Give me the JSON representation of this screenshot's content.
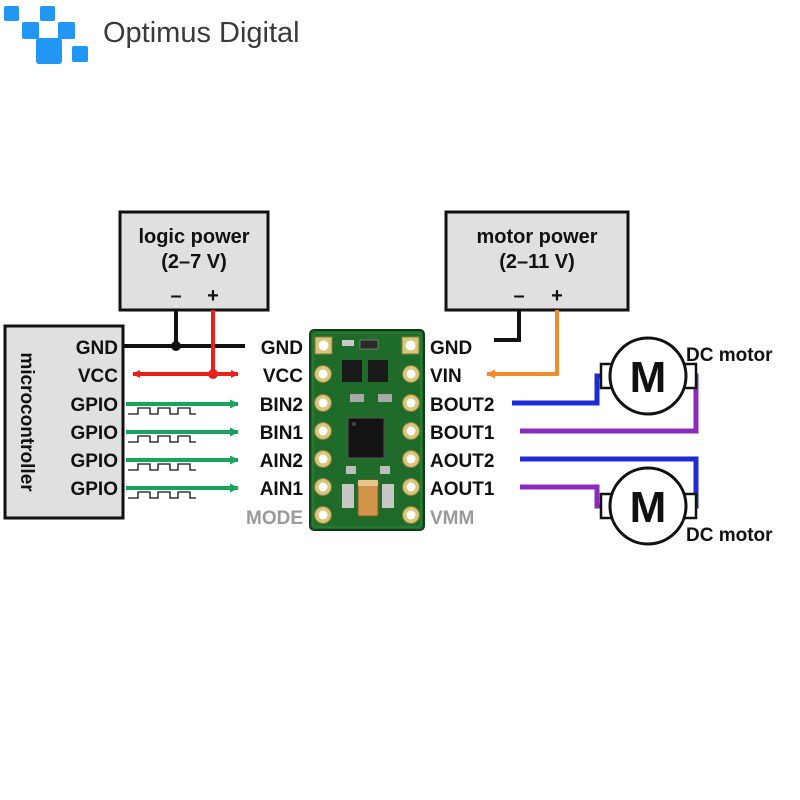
{
  "brand": {
    "name": "Optimus Digital",
    "logo_color": "#2196f3"
  },
  "logic_power": {
    "title": "logic power",
    "range": "(2–7 V)",
    "minus": "–",
    "plus": "+"
  },
  "motor_power": {
    "title": "motor power",
    "range": "(2–11 V)",
    "minus": "–",
    "plus": "+"
  },
  "microcontroller": {
    "title": "microcontroller",
    "pins": [
      "GND",
      "VCC",
      "GPIO",
      "GPIO",
      "GPIO",
      "GPIO"
    ]
  },
  "driver": {
    "left_pins": [
      "GND",
      "VCC",
      "BIN2",
      "BIN1",
      "AIN2",
      "AIN1",
      "MODE"
    ],
    "right_pins": [
      "GND",
      "VIN",
      "BOUT2",
      "BOUT1",
      "AOUT2",
      "AOUT1",
      "VMM"
    ],
    "board_color": "#1f6b2a"
  },
  "motors": [
    {
      "label": "DC motor",
      "symbol": "M"
    },
    {
      "label": "DC motor",
      "symbol": "M"
    }
  ],
  "wire_colors": {
    "gnd": "#111111",
    "vcc": "#e8211d",
    "gpio": "#1aa35c",
    "vin": "#f28a2e",
    "motor_a": "#1f2bd6",
    "motor_b": "#8a2bbd"
  }
}
